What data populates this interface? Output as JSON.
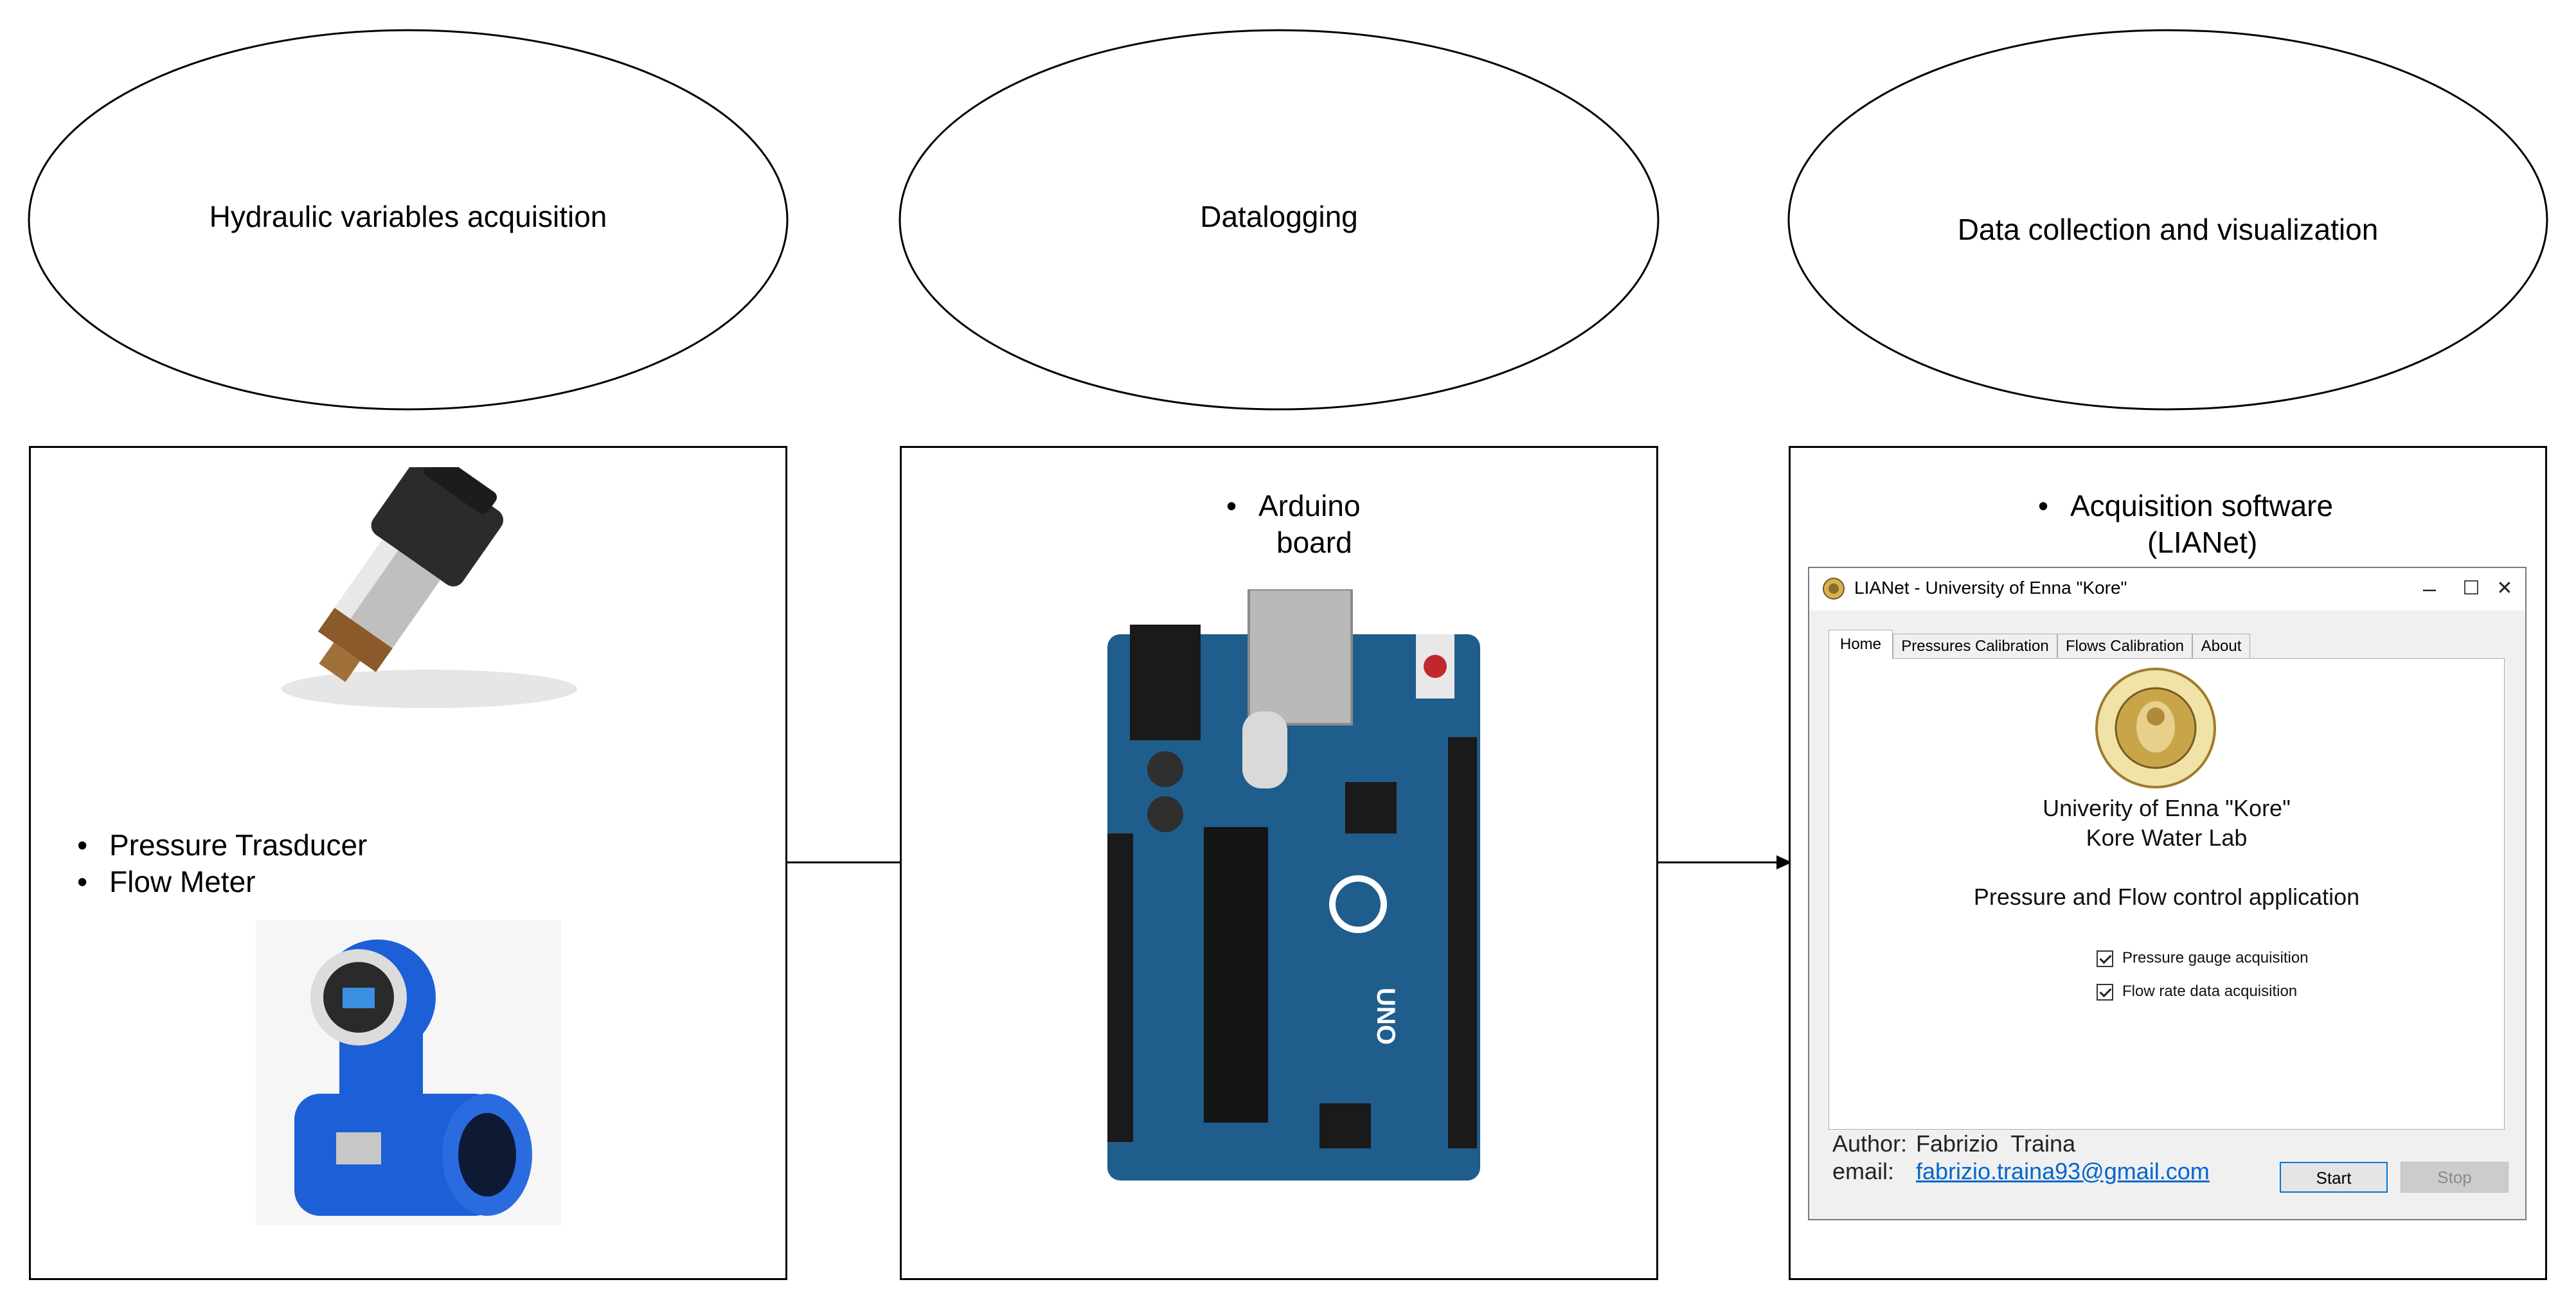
{
  "stages": {
    "acquisition": {
      "title": "Hydraulic variables acquisition",
      "items": [
        "Pressure Trasducer",
        "Flow Meter"
      ]
    },
    "datalogging": {
      "title": "Datalogging",
      "items": [
        "Arduino board"
      ],
      "item_line1": "Arduino",
      "item_line2": "board"
    },
    "collection": {
      "title": "Data collection and visualization",
      "items": [
        "Acquisition software (LIANet)"
      ],
      "item_line1": "Acquisition software",
      "item_line2": "(LIANet)"
    }
  },
  "app": {
    "window_title": "LIANet - University of Enna \"Kore\"",
    "controls": {
      "minimize": "–",
      "maximize": "☐",
      "close": "✕"
    },
    "tabs": [
      "Home",
      "Pressures Calibration",
      "Flows Calibration",
      "About"
    ],
    "active_tab": "Home",
    "logo_icon": "university-seal-icon",
    "university": "Univerity of Enna \"Kore\"",
    "lab": "Kore Water Lab",
    "app_description": "Pressure and Flow control application",
    "checkboxes": [
      {
        "label": "Pressure gauge acquisition",
        "checked": true
      },
      {
        "label": "Flow rate data acquisition",
        "checked": true
      }
    ],
    "author_label": "Author:",
    "author_name": "Fabrizio  Traina",
    "email_label": "email:",
    "email": "fabrizio.traina93@gmail.com",
    "start_label": "Start",
    "stop_label": "Stop"
  },
  "colors": {
    "arduino_board": "#1f5d8c",
    "flow_meter": "#1c5fd6",
    "link": "#0066cc",
    "start_border": "#0078d7"
  }
}
